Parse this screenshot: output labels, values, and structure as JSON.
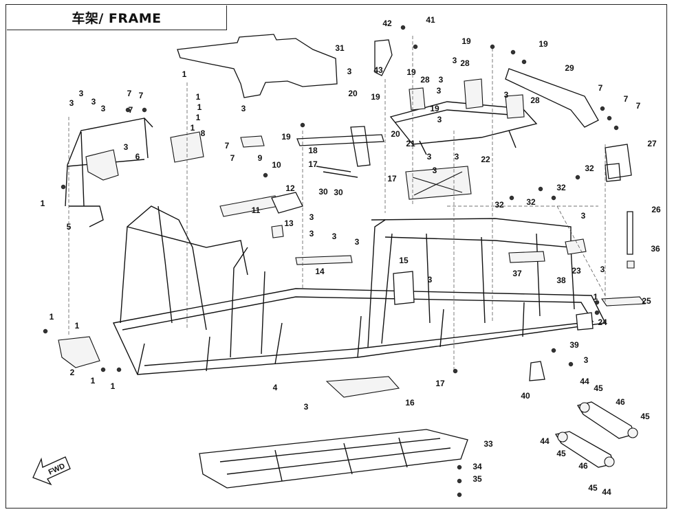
{
  "title": "车架/ FRAME",
  "fwd_label": "FWD",
  "callouts": [
    "1",
    "1",
    "1",
    "1",
    "1",
    "1",
    "1",
    "1",
    "1",
    "1",
    "1",
    "2",
    "3",
    "3",
    "3",
    "3",
    "3",
    "3",
    "3",
    "3",
    "3",
    "3",
    "3",
    "3",
    "3",
    "3",
    "3",
    "3",
    "3",
    "3",
    "3",
    "3",
    "3",
    "3",
    "3",
    "3",
    "4",
    "5",
    "6",
    "7",
    "7",
    "7",
    "7",
    "7",
    "7",
    "7",
    "7",
    "8",
    "9",
    "10",
    "11",
    "12",
    "13",
    "14",
    "15",
    "16",
    "17",
    "17",
    "17",
    "18",
    "19",
    "19",
    "19",
    "19",
    "19",
    "19",
    "20",
    "20",
    "21",
    "22",
    "23",
    "24",
    "25",
    "26",
    "27",
    "28",
    "28",
    "28",
    "29",
    "30",
    "30",
    "31",
    "32",
    "32",
    "32",
    "32",
    "33",
    "34",
    "35",
    "36",
    "37",
    "38",
    "39",
    "40",
    "41",
    "42",
    "43",
    "44",
    "44",
    "44",
    "45",
    "45",
    "45",
    "45",
    "46",
    "46"
  ]
}
